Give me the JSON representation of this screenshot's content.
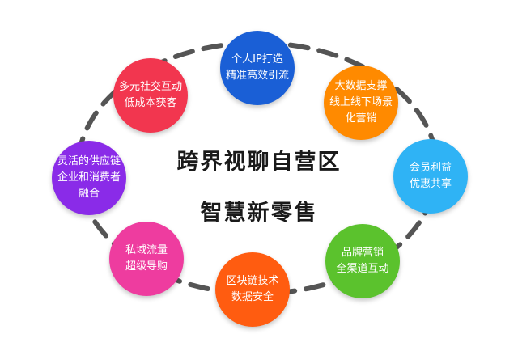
{
  "center": {
    "line1": "跨界视聊自营区",
    "line2": "智慧新零售"
  },
  "nodes": [
    {
      "id": "top",
      "lines": [
        "个人IP打造",
        "精准高效引流"
      ],
      "color": "#1a5fd6"
    },
    {
      "id": "upper-right",
      "lines": [
        "大数据支撑",
        "线上线下场景",
        "化营销"
      ],
      "color": "#ff8a00"
    },
    {
      "id": "right",
      "lines": [
        "会员利益",
        "优惠共享"
      ],
      "color": "#2fb3f5"
    },
    {
      "id": "lower-right",
      "lines": [
        "品牌营销",
        "全渠道互动"
      ],
      "color": "#5bc22d"
    },
    {
      "id": "bottom",
      "lines": [
        "区块链技术",
        "数据安全"
      ],
      "color": "#ff5c10"
    },
    {
      "id": "lower-left",
      "lines": [
        "私域流量",
        "超级导购"
      ],
      "color": "#ee3c9f"
    },
    {
      "id": "left",
      "lines": [
        "灵活的供应链",
        "企业和消费者",
        "融合"
      ],
      "color": "#8a2be8"
    },
    {
      "id": "upper-left",
      "lines": [
        "多元社交互动",
        "低成本获客"
      ],
      "color": "#f2364f"
    }
  ],
  "ring_color": "#555555"
}
